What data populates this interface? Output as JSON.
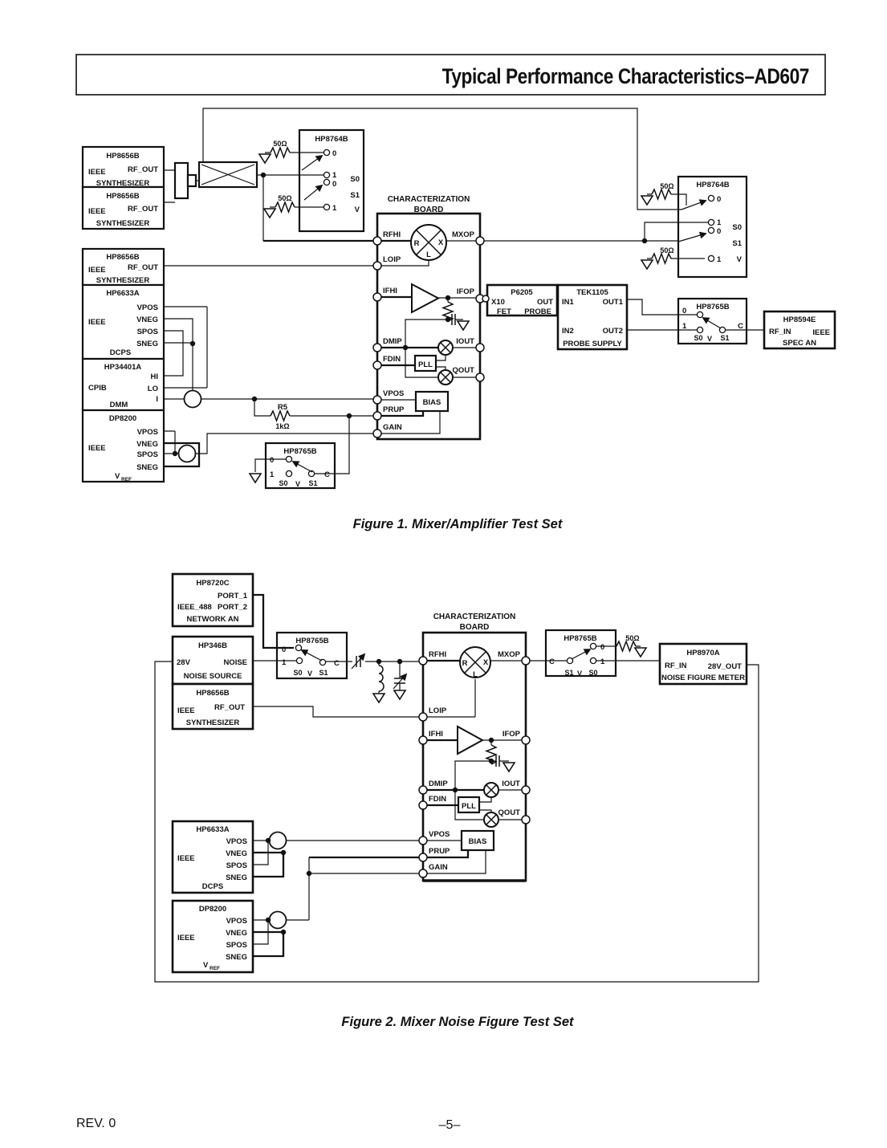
{
  "page": {
    "title": "Typical Performance Characteristics–AD607",
    "rev": "REV. 0",
    "page_number": "–5–",
    "ink": "#111111"
  },
  "fig1": {
    "caption": "Figure 1.  Mixer/Amplifier Test Set",
    "synth1": {
      "model": "HP8656B",
      "bus": "IEEE",
      "port": "RF_OUT",
      "name": "SYNTHESIZER"
    },
    "synth2": {
      "model": "HP8656B",
      "bus": "IEEE",
      "port": "RF_OUT",
      "name": "SYNTHESIZER"
    },
    "synth3": {
      "model": "HP8656B",
      "bus": "IEEE",
      "port": "RF_OUT",
      "name": "SYNTHESIZER"
    },
    "sw8764_left": {
      "model": "HP8764B",
      "t0": "0",
      "t1": "1",
      "t2": "0",
      "t3": "1",
      "s0": "S0",
      "s1": "S1",
      "v": "V",
      "r_top": "50Ω",
      "r_bot": "50Ω"
    },
    "sw8764_right": {
      "model": "HP8764B",
      "t0": "0",
      "t1": "1",
      "t2": "0",
      "t3": "1",
      "s0": "S0",
      "s1": "S1",
      "v": "V",
      "r_top": "50Ω",
      "r_bot": "50Ω"
    },
    "hp6633a": {
      "model": "HP6633A",
      "bus": "IEEE",
      "name": "DCPS",
      "pins": [
        "VPOS",
        "VNEG",
        "SPOS",
        "SNEG"
      ]
    },
    "hp34401a": {
      "model": "HP34401A",
      "bus": "CPIB",
      "name": "DMM",
      "pins": [
        "HI",
        "LO",
        "I"
      ]
    },
    "dp8200": {
      "model": "DP8200",
      "bus": "IEEE",
      "name_main": "V",
      "name_sub": "REF",
      "pins": [
        "VPOS",
        "VNEG",
        "SPOS",
        "SNEG"
      ]
    },
    "board": {
      "title1": "CHARACTERIZATION",
      "title2": "BOARD",
      "rfhi": "RFHI",
      "loip": "LOIP",
      "ifhi": "IFHI",
      "dmip": "DMIP",
      "fdin": "FDIN",
      "vpos": "VPOS",
      "prup": "PRUP",
      "gain": "GAIN",
      "mxop": "MXOP",
      "ifop": "IFOP",
      "iout": "IOUT",
      "qout": "QOUT",
      "mix_r": "R",
      "mix_x": "X",
      "mix_l": "L",
      "pll": "PLL",
      "bias": "BIAS"
    },
    "r5": {
      "ref": "R5",
      "value": "1kΩ"
    },
    "sw8765_gain": {
      "model": "HP8765B",
      "t0": "0",
      "t1": "1",
      "c": "C",
      "s0": "S0",
      "v": "V",
      "s1": "S1"
    },
    "p6205": {
      "model": "P6205",
      "x10": "X10",
      "out": "OUT",
      "fet": "FET",
      "probe": "PROBE"
    },
    "tek1105": {
      "model": "TEK1105",
      "in1": "IN1",
      "out1": "OUT1",
      "in2": "IN2",
      "out2": "OUT2",
      "name": "PROBE SUPPLY"
    },
    "sw8765_out": {
      "model": "HP8765B",
      "t0": "0",
      "t1": "1",
      "c": "C",
      "s0": "S0",
      "v": "V",
      "s1": "S1"
    },
    "hp8594e": {
      "model": "HP8594E",
      "rf_in": "RF_IN",
      "bus": "IEEE",
      "name": "SPEC AN"
    }
  },
  "fig2": {
    "caption": "Figure 2.  Mixer Noise Figure Test Set",
    "hp8720c": {
      "model": "HP8720C",
      "port1": "PORT_1",
      "bus": "IEEE_488",
      "port2": "PORT_2",
      "name": "NETWORK AN"
    },
    "hp346b": {
      "model": "HP346B",
      "v28": "28V",
      "noise": "NOISE",
      "name": "NOISE SOURCE"
    },
    "synth": {
      "model": "HP8656B",
      "bus": "IEEE",
      "port": "RF_OUT",
      "name": "SYNTHESIZER"
    },
    "sw8765_in": {
      "model": "HP8765B",
      "t0": "0",
      "t1": "1",
      "c": "C",
      "s0": "S0",
      "v": "V",
      "s1": "S1"
    },
    "board": {
      "title1": "CHARACTERIZATION",
      "title2": "BOARD",
      "rfhi": "RFHI",
      "loip": "LOIP",
      "ifhi": "IFHI",
      "dmip": "DMIP",
      "fdin": "FDIN",
      "vpos": "VPOS",
      "prup": "PRUP",
      "gain": "GAIN",
      "mxop": "MXOP",
      "ifop": "IFOP",
      "iout": "IOUT",
      "qout": "QOUT",
      "mix_r": "R",
      "mix_x": "X",
      "mix_l": "L",
      "pll": "PLL",
      "bias": "BIAS"
    },
    "sw8765_out": {
      "model": "HP8765B",
      "c": "C",
      "t0": "0",
      "t1": "1",
      "s1": "S1",
      "v": "V",
      "s0": "S0"
    },
    "r50": "50Ω",
    "hp8970a": {
      "model": "HP8970A",
      "rf_in": "RF_IN",
      "out": "28V_OUT",
      "name": "NOISE FIGURE METER"
    },
    "hp6633a": {
      "model": "HP6633A",
      "bus": "IEEE",
      "name": "DCPS",
      "pins": [
        "VPOS",
        "VNEG",
        "SPOS",
        "SNEG"
      ]
    },
    "dp8200": {
      "model": "DP8200",
      "bus": "IEEE",
      "name_main": "V",
      "name_sub": "REF",
      "pins": [
        "VPOS",
        "VNEG",
        "SPOS",
        "SNEG"
      ]
    }
  }
}
